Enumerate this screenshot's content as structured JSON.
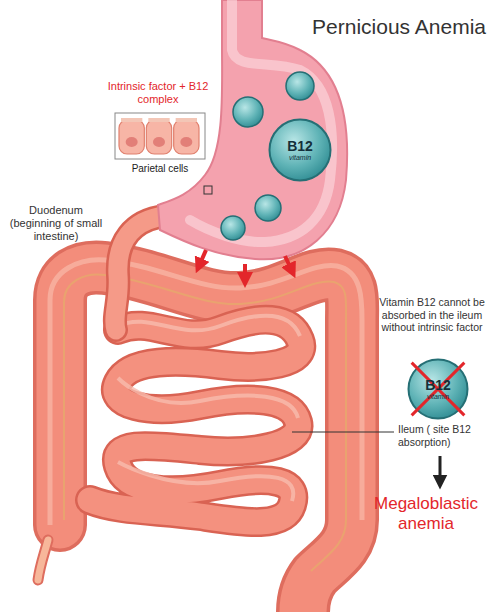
{
  "diagram": {
    "title": "Pernicious Anemia",
    "nodes": [
      {
        "text": [
          "B12",
          "vitamin"
        ]
      },
      {
        "text": [
          "Parietal cells"
        ]
      },
      {
        "text": [
          "B12",
          "vitamin"
        ]
      }
    ],
    "labels": [
      "Intrinsic factor + B12 complex",
      "Duodenum (beginning of small intestine)",
      "Vitamin B12 cannot be absorbed in the ileum without intrinsic factor",
      "Ileum ( site B12 absorption)",
      "Megaloblastic anemia"
    ]
  }
}
